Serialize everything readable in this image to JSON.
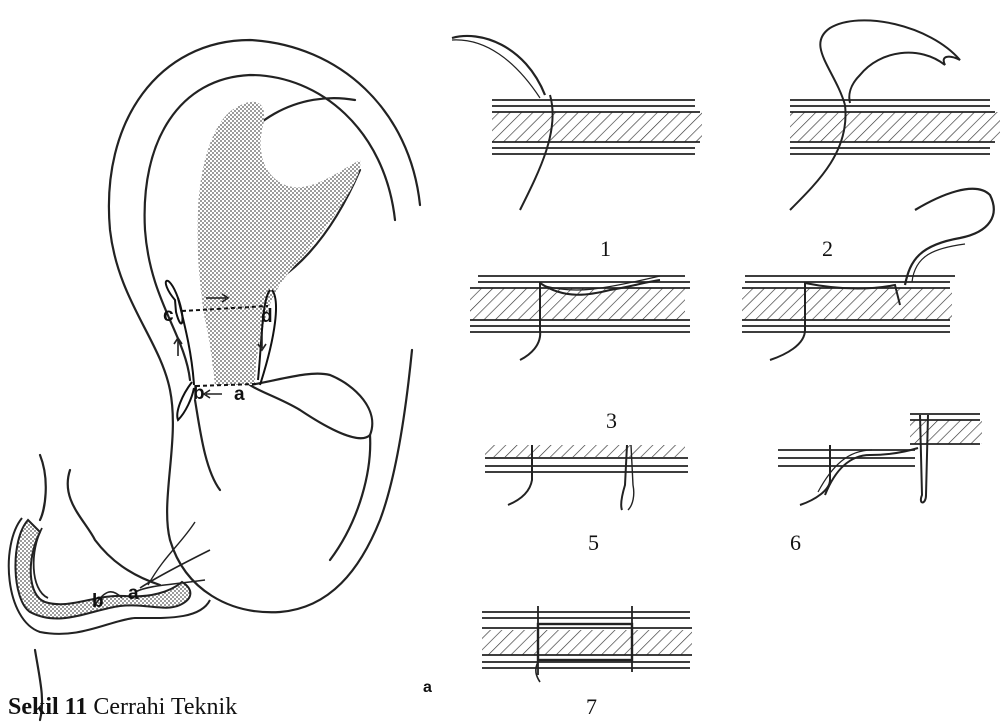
{
  "figure": {
    "caption_bold": "Sekil 11",
    "caption_text": " Cerrahi Teknik",
    "ear_labels": {
      "a": "a",
      "b": "b",
      "c": "c",
      "d": "d"
    },
    "cross_section_labels": {
      "a": "a",
      "b": "b"
    },
    "panel_a_label": "a",
    "step_numbers": [
      "1",
      "2",
      "3",
      "5",
      "6",
      "7"
    ]
  }
}
